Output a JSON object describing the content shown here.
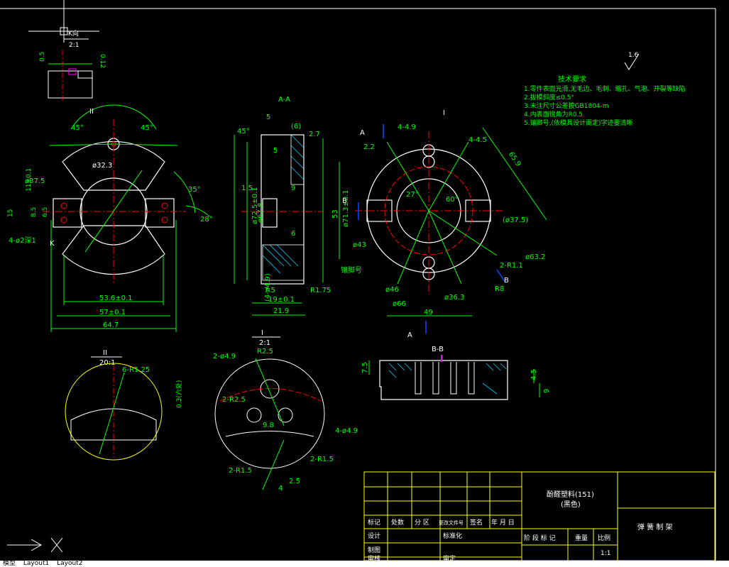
{
  "colors": {
    "bg": "#000000",
    "outline": "#ffffff",
    "dim": "#00ff00",
    "center": "#ff0000",
    "hatch": "#00c8ff",
    "frame": "#ffff00",
    "accent": "#ff00ff",
    "note": "#00ff00"
  },
  "views": {
    "k": {
      "title": "K向",
      "scale": "2:1",
      "d1": "0.5",
      "d2": "0.12"
    },
    "front": {
      "label_II": "II",
      "ang_l": "45°",
      "ang_r": "45°",
      "d_32": "ø32.3",
      "d_375": "ø37.5",
      "ang_35": "35°",
      "ang_28": "28°",
      "d_11": "11±0.1",
      "d_15": "15",
      "d_85": "8.5",
      "d_65": "6.5",
      "holes": "4-ø2深1",
      "k_mark": "K",
      "w_536": "53.6±0.1",
      "w_57": "57±0.1",
      "w_647": "64.7"
    },
    "section": {
      "title": "A-A",
      "d_5a": "5",
      "d_6p": "(6)",
      "d_27": "2.7",
      "d_45": "45°",
      "d_5b": "5",
      "d_15": "1.5",
      "d_9": "9",
      "d_725": "ø72.5±0.1",
      "d_678": "ø67.8",
      "d_713": "ø71.3±0.1",
      "d_6": "6",
      "d_49": "(4-ø4.9)",
      "d_75": "7.5",
      "d_19": "19±0.1",
      "d_219": "21.9",
      "r_175": "R1.75"
    },
    "top": {
      "label_I": "I",
      "a1": "A",
      "a2": "A",
      "b1": "B",
      "b2": "B",
      "d_49a": "4-4.9",
      "d_45": "4-4.5",
      "d_22": "2.2",
      "d_659": "65.9",
      "d_53": "53",
      "a_27": "27°",
      "a_60": "60°",
      "d_375": "(ø37.5)",
      "d_43": "ø43",
      "d_632": "ø63.2",
      "r_11": "2-R1.1",
      "r_8": "R8",
      "d_46": "ø46",
      "d_66": "ø66",
      "d_363": "ø36.3",
      "d_49": "49",
      "marker": "镶脚号"
    },
    "detail_I": {
      "title": "I",
      "scale": "2:1",
      "d_49": "2-ø4.9",
      "r_25": "R2.5",
      "r_25b": "2-R2.5",
      "d_98": "9.8",
      "d_49b": "4-ø4.9",
      "r_15a": "2-R1.5",
      "r_15b": "2-R1.5",
      "d_4": "4",
      "d_25": "2.5"
    },
    "detail_II": {
      "title": "II",
      "scale": "20:1",
      "r_125": "6-R1.25",
      "d_03": "0.3(六处)"
    },
    "bb": {
      "title": "B-B",
      "d_75": "7.5",
      "d_45": "4.5",
      "d_9": "9"
    }
  },
  "notes": {
    "title": "技术要求",
    "items": [
      "1.零件表面光滑,无毛边、毛刺、缩孔、气泡、开裂等缺陷",
      "2.拔模斜度≤0.5°",
      "3.未注尺寸公差按GB1804-m",
      "4.内表面锐角为R0.5",
      "5.镶脚号,(依模具设计而定)字迹要清晰"
    ],
    "roughness": "1.6"
  },
  "title_block": {
    "material_line1": "酚醛塑料(151)",
    "material_line2": "(黑色)",
    "part_name": "弹 簧 制 架",
    "row1": [
      "标记",
      "处数",
      "分 区",
      "更改文件号",
      "签名",
      "年 月 日"
    ],
    "row2": [
      "设计",
      "",
      "标准化"
    ],
    "row3": [
      "制图"
    ],
    "row4": [
      "审核",
      "",
      "审定"
    ],
    "stage": "阶 段 标 记",
    "weight": "重量",
    "scale": "比例",
    "scale_val": "1:1"
  },
  "tabs": [
    "模型",
    "Layout1",
    "Layout2"
  ]
}
